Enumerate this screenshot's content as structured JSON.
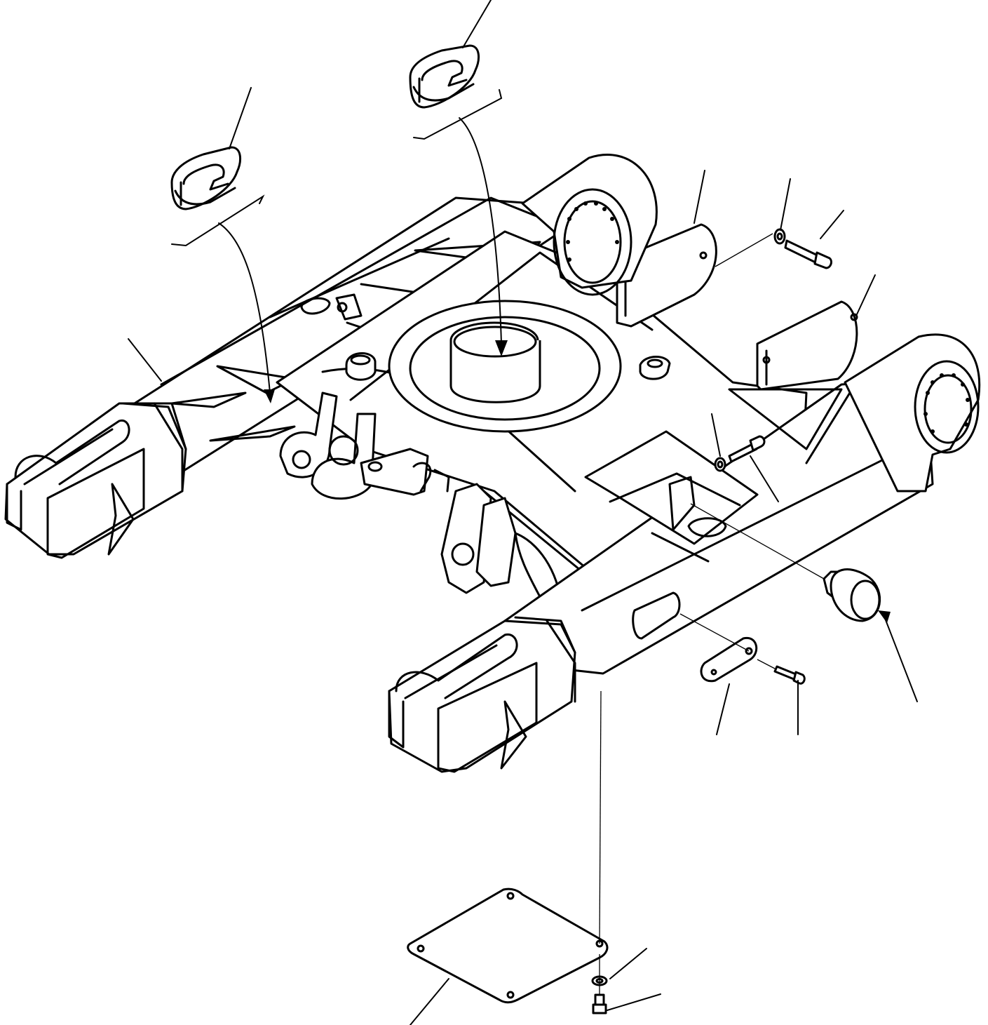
{
  "diagram": {
    "kind": "exploded parts view",
    "colors": {
      "ink": "#000000",
      "paper": "#ffffff"
    },
    "parts": [
      {
        "name": "track-frame"
      },
      {
        "name": "center-plug-left"
      },
      {
        "name": "center-plug-center"
      },
      {
        "name": "cover-plate-rear-left"
      },
      {
        "name": "cover-plate-rear-right"
      },
      {
        "name": "washer-top"
      },
      {
        "name": "bolt-top"
      },
      {
        "name": "washer-mid"
      },
      {
        "name": "bolt-mid"
      },
      {
        "name": "rubber-stopper"
      },
      {
        "name": "oval-cover"
      },
      {
        "name": "screw-oval"
      },
      {
        "name": "bottom-cover-plate"
      },
      {
        "name": "washer-bottom"
      },
      {
        "name": "bolt-bottom"
      }
    ]
  }
}
